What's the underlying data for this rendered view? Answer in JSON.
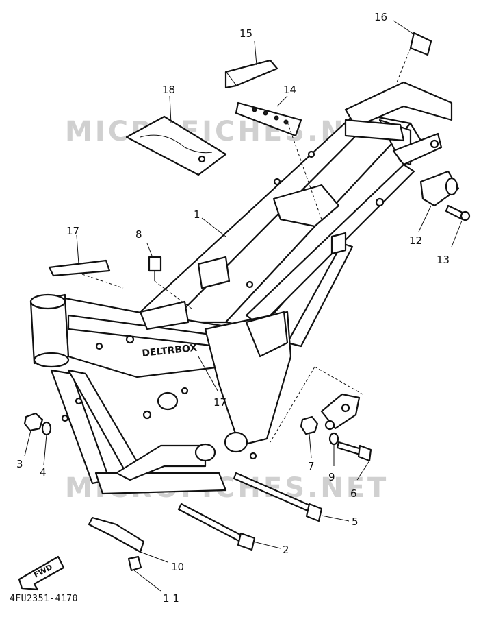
{
  "watermarks": [
    "MICROFICHES.NET",
    "MICROFICHES.NET"
  ],
  "frame_labels": {
    "brand": "DELTRBOX",
    "fwd": "FWD"
  },
  "part_code": "4FU2351-4170",
  "callouts": [
    {
      "id": "c1",
      "label": "1"
    },
    {
      "id": "c2",
      "label": "2"
    },
    {
      "id": "c3",
      "label": "3"
    },
    {
      "id": "c4",
      "label": "4"
    },
    {
      "id": "c5",
      "label": "5"
    },
    {
      "id": "c6",
      "label": "6"
    },
    {
      "id": "c7",
      "label": "7"
    },
    {
      "id": "c8",
      "label": "8"
    },
    {
      "id": "c9",
      "label": "9"
    },
    {
      "id": "c10",
      "label": "10"
    },
    {
      "id": "c11",
      "label": "1 1"
    },
    {
      "id": "c12",
      "label": "12"
    },
    {
      "id": "c13",
      "label": "13"
    },
    {
      "id": "c14",
      "label": "14"
    },
    {
      "id": "c15",
      "label": "15"
    },
    {
      "id": "c16",
      "label": "16"
    },
    {
      "id": "c17a",
      "label": "17"
    },
    {
      "id": "c17b",
      "label": "17"
    },
    {
      "id": "c18",
      "label": "18"
    }
  ]
}
